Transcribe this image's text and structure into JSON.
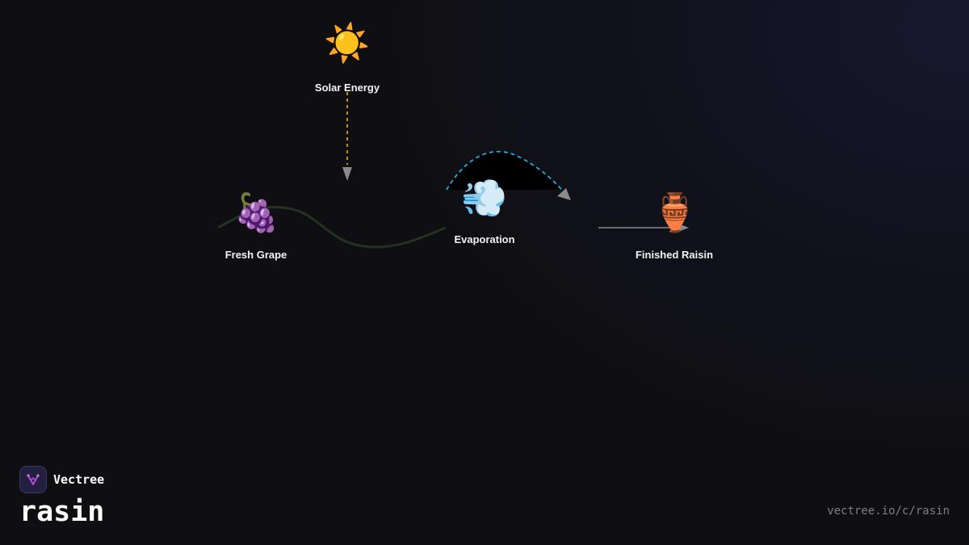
{
  "diagram": {
    "nodes": [
      {
        "id": "solar",
        "icon": "sun-icon",
        "glyph": "☀️",
        "label": "Solar Energy"
      },
      {
        "id": "grape",
        "icon": "grapes-icon",
        "glyph": "🍇",
        "label": "Fresh Grape"
      },
      {
        "id": "evap",
        "icon": "wind-icon",
        "glyph": "💨",
        "label": "Evaporation"
      },
      {
        "id": "raisin",
        "icon": "amphora-icon",
        "glyph": "🏺",
        "label": "Finished Raisin"
      }
    ],
    "edges": [
      {
        "from": "solar",
        "to": "grape",
        "style": "dashed",
        "color": "#e6b800"
      },
      {
        "from": "grape",
        "to": "evap",
        "style": "solid",
        "color": "#22331f"
      },
      {
        "from": "evap",
        "to": "raisin",
        "style": "dashed",
        "color": "#29a8e0"
      },
      {
        "from": "evap",
        "to": "raisin",
        "style": "solid",
        "color": "#8a8a8a"
      }
    ]
  },
  "brand": {
    "name": "Vectree",
    "title": "rasin",
    "accent": "#b04ad8"
  },
  "footer": {
    "url": "vectree.io/c/rasin"
  }
}
